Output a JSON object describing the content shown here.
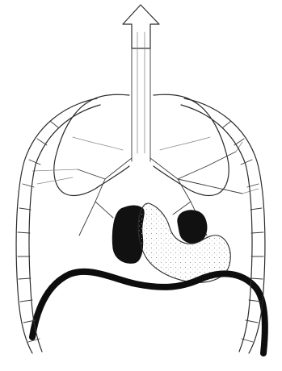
{
  "figure": {
    "icons": {
      "airflow": "up-arrow-icon",
      "ribcage": "rib-segments",
      "lungs": "lung-outlines",
      "heart": "heart-shape",
      "diaphragm": "diaphragm-arc"
    },
    "colors": {
      "line": "#2b2b2b",
      "fill_dark": "#111111",
      "background": "#ffffff",
      "heart_stipple": "#bdbdbd"
    }
  }
}
